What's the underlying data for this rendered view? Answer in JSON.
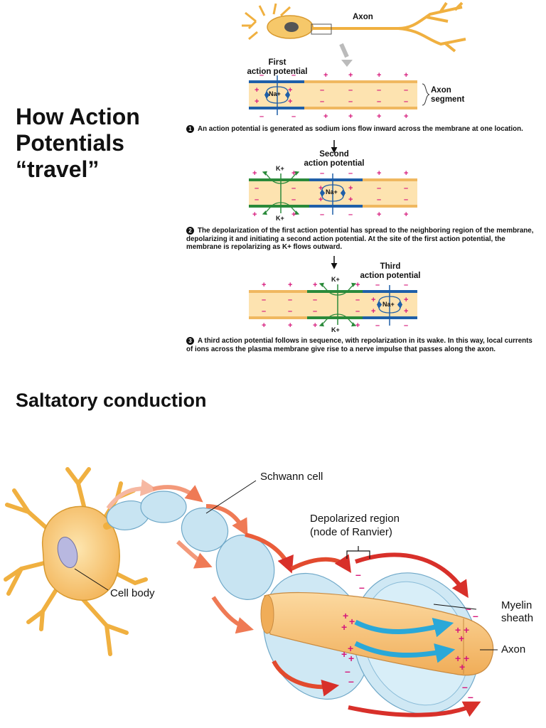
{
  "title": {
    "line1": "How Action",
    "line2": "Potentials",
    "line3": "“travel”"
  },
  "top_diagram": {
    "axon_label": "Axon",
    "axon_segment_label": {
      "line1": "Axon",
      "line2": "segment"
    },
    "first_ap": {
      "line1": "First",
      "line2": "action potential"
    },
    "second_ap": {
      "line1": "Second",
      "line2": "action potential"
    },
    "third_ap": {
      "line1": "Third",
      "line2": "action potential"
    },
    "sodium_ion": "Na+",
    "potassium_ion": "K+",
    "plus": "+",
    "minus": "–",
    "step1": {
      "num": "1",
      "text": "An action potential is generated as sodium ions flow inward across the membrane at one location."
    },
    "step2": {
      "num": "2",
      "text": "The depolarization of the first action potential has spread to the neighboring region of the membrane, depolarizing it and initiating a second action potential. At the site of the first action potential, the membrane is repolarizing as K+ flows outward."
    },
    "step3": {
      "num": "3",
      "text": "A third action potential follows in sequence, with repolarization in its wake. In this way, local currents of ions across the plasma membrane give rise to a nerve impulse that passes along the axon."
    }
  },
  "saltatory": {
    "title": "Saltatory conduction",
    "schwann_cell": "Schwann cell",
    "depolarized": {
      "line1": "Depolarized region",
      "line2": "(node of Ranvier)"
    },
    "cell_body": "Cell body",
    "myelin": {
      "line1": "Myelin",
      "line2": "sheath"
    },
    "axon": "Axon"
  },
  "colors": {
    "membrane_blue": "#1f5fa8",
    "membrane_green": "#2a8a3a",
    "axon_fill": "#fde3b0",
    "plus_magenta": "#d6177a",
    "schwann_blue": "#c8e4f2",
    "cell_body": "#f8c870",
    "arrow_red": "#e0402a"
  }
}
